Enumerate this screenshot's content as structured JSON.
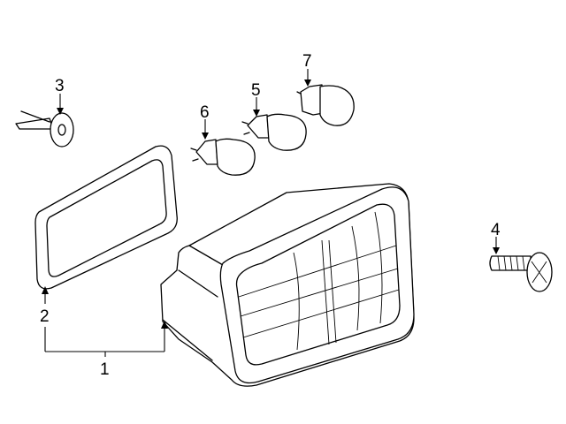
{
  "callouts": {
    "c1": "1",
    "c2": "2",
    "c3": "3",
    "c4": "4",
    "c5": "5",
    "c6": "6",
    "c7": "7"
  },
  "colors": {
    "stroke": "#000000",
    "background": "#ffffff"
  }
}
